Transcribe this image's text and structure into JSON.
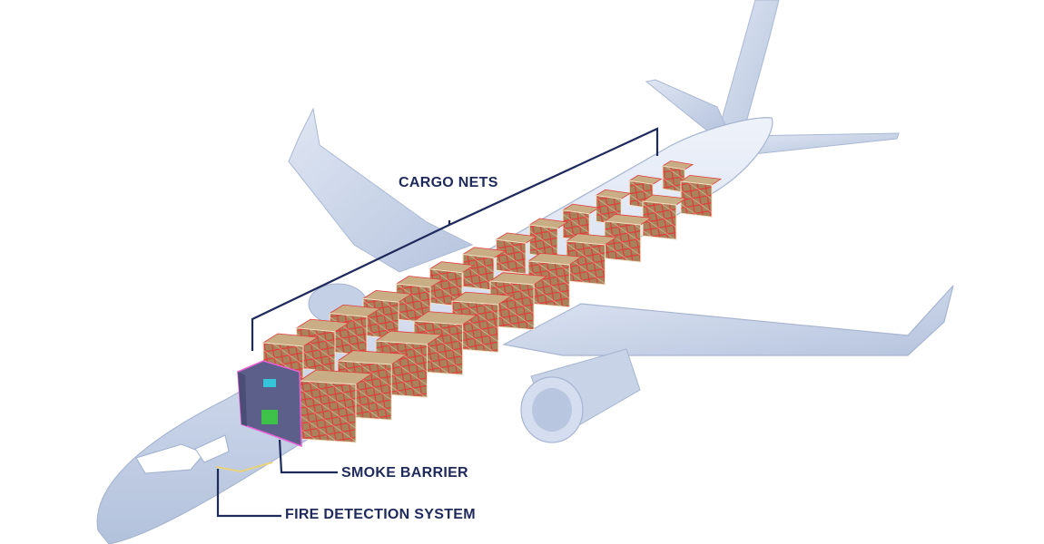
{
  "labels": {
    "cargo_nets": "CARGO NETS",
    "smoke_barrier": "SMOKE BARRIER",
    "fire_detection": "FIRE DETECTION SYSTEM"
  },
  "colors": {
    "label": "#1f2a5c",
    "fuselage": "#d9e2f1",
    "fuselage_shade": "#b3c2dc",
    "wing": "#c6d2e8",
    "cargo_box": "#a8825a",
    "cargo_net": "#e23b3b",
    "barrier": "#5b5f8a",
    "barrier_panel_green": "#3ec24a",
    "barrier_panel_cyan": "#35c4d9"
  },
  "cargo": {
    "row_a_count": 13,
    "row_b_count": 11
  }
}
